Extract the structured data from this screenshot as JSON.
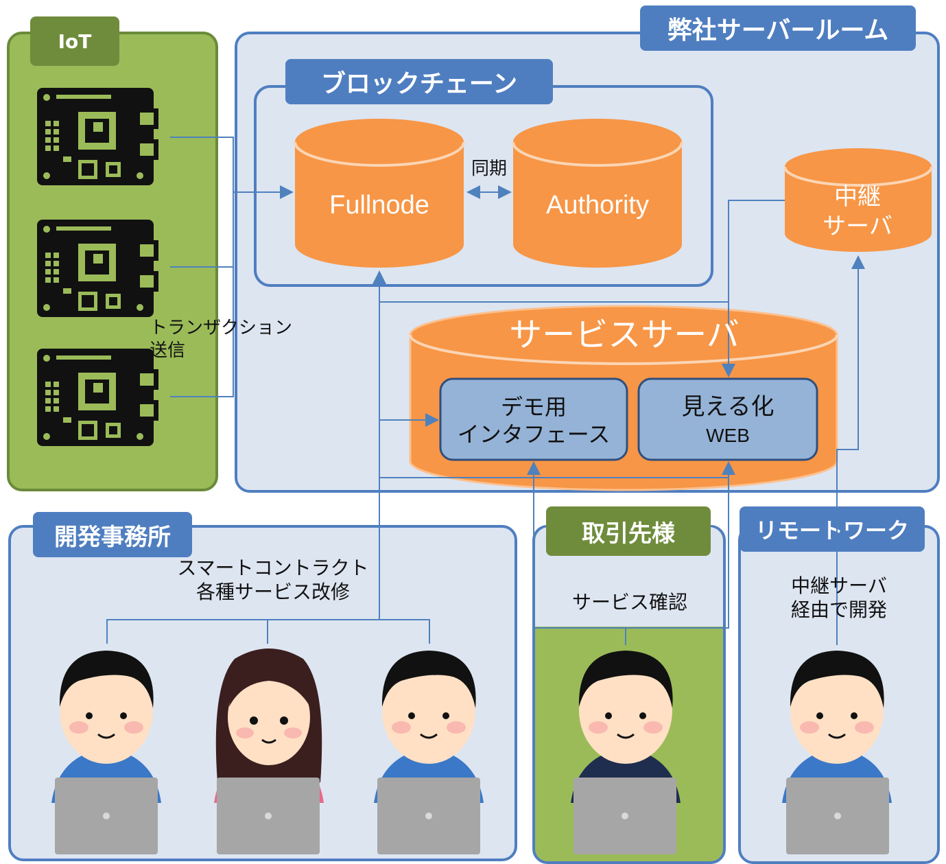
{
  "sections": {
    "iot": "IoT",
    "server_room": "弊社サーバールーム",
    "blockchain": "ブロックチェーン",
    "dev_office": "開発事務所",
    "partner": "取引先様",
    "remote": "リモートワーク"
  },
  "nodes": {
    "fullnode": "Fullnode",
    "authority": "Authority",
    "relay": "中継\nサーバ",
    "service_server": "サービスサーバ",
    "demo_ui": "デモ用\nインタフェース",
    "viz_web_line1": "見える化",
    "viz_web_line2": "WEB"
  },
  "labels": {
    "sync": "同期",
    "tx_send": "トランザクション\n送信",
    "smart_contract": "スマートコントラクト\n各種サービス改修",
    "service_check": "サービス確認",
    "via_relay": "中継サーバ\n経由で開発"
  },
  "colors": {
    "panel_blue_bg": "#dde5f1",
    "panel_blue_border": "#4f7ec0",
    "iot_green": "#9bbb59",
    "cylinder_orange": "#f79646",
    "inner_box": "#95b3d7",
    "arrow": "#4f81bd"
  },
  "icons": [
    "raspberry-pi-board-icon",
    "developer-person-icon",
    "laptop-icon"
  ]
}
